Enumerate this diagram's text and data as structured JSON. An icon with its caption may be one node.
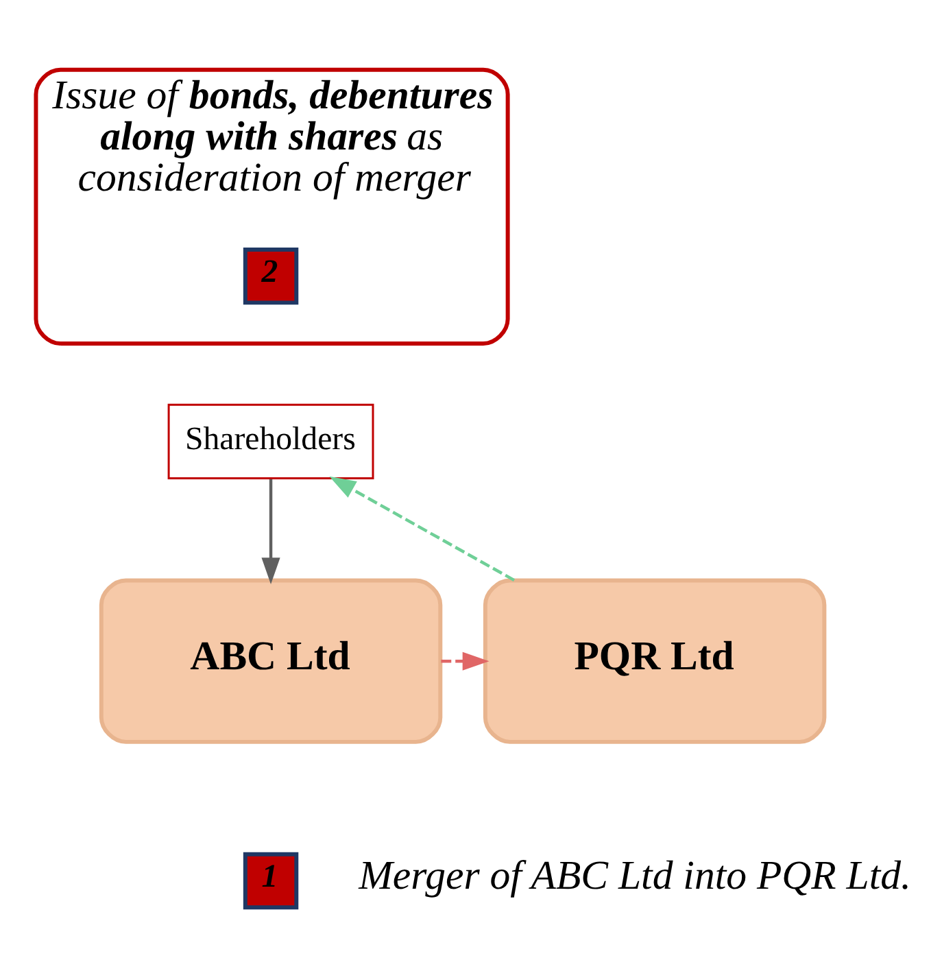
{
  "diagram": {
    "nodes": [
      {
        "text": [
          "Issue of **bonds, debentures along with shares** as consideration of merger"
        ]
      },
      {
        "text": [
          "2"
        ],
        "in": 0
      },
      {
        "text": [
          "Shareholders"
        ]
      },
      {
        "text": [
          "ABC Ltd"
        ]
      },
      {
        "text": [
          "PQR Ltd"
        ]
      },
      {
        "text": [
          "1"
        ],
        "beside": [
          "Merger of ABC Ltd into PQR Ltd."
        ]
      }
    ],
    "edges": [
      {
        "from": 2,
        "to": 3,
        "arrow": "to"
      },
      {
        "from": 3,
        "to": 4,
        "arrow": "to",
        "style": "dashed",
        "color": "#e06666"
      },
      {
        "from": 4,
        "to": 2,
        "arrow": "to",
        "style": "dashed",
        "color": "#6fcf97"
      }
    ]
  }
}
